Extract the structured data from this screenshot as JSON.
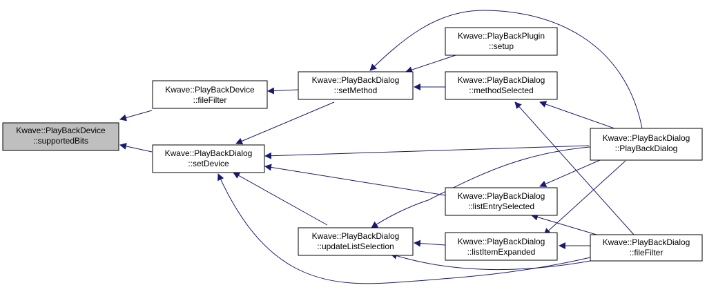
{
  "colors": {
    "edge": "#191970",
    "node_border": "#000000",
    "node_fill": "#ffffff",
    "highlight_fill": "#bfbfbf"
  },
  "nodes": [
    {
      "id": "pbd_supportedBits",
      "line1": "Kwave::PlayBackDevice",
      "line2": "::supportedBits",
      "highlight": true
    },
    {
      "id": "pbd_fileFilter",
      "line1": "Kwave::PlayBackDevice",
      "line2": "::fileFilter"
    },
    {
      "id": "dlg_setDevice",
      "line1": "Kwave::PlayBackDialog",
      "line2": "::setDevice"
    },
    {
      "id": "dlg_setMethod",
      "line1": "Kwave::PlayBackDialog",
      "line2": "::setMethod"
    },
    {
      "id": "dlg_updateListSelection",
      "line1": "Kwave::PlayBackDialog",
      "line2": "::updateListSelection"
    },
    {
      "id": "plugin_setup",
      "line1": "Kwave::PlayBackPlugin",
      "line2": "::setup"
    },
    {
      "id": "dlg_methodSelected",
      "line1": "Kwave::PlayBackDialog",
      "line2": "::methodSelected"
    },
    {
      "id": "dlg_listEntrySelected",
      "line1": "Kwave::PlayBackDialog",
      "line2": "::listEntrySelected"
    },
    {
      "id": "dlg_listItemExpanded",
      "line1": "Kwave::PlayBackDialog",
      "line2": "::listItemExpanded"
    },
    {
      "id": "dlg_ctor",
      "line1": "Kwave::PlayBackDialog",
      "line2": "::PlayBackDialog"
    },
    {
      "id": "dlg_fileFilter",
      "line1": "Kwave::PlayBackDialog",
      "line2": "::fileFilter"
    }
  ],
  "edges": [
    {
      "from": "pbd_fileFilter",
      "to": "pbd_supportedBits"
    },
    {
      "from": "dlg_setDevice",
      "to": "pbd_supportedBits"
    },
    {
      "from": "dlg_setMethod",
      "to": "pbd_fileFilter"
    },
    {
      "from": "dlg_setMethod",
      "to": "dlg_setDevice"
    },
    {
      "from": "dlg_updateListSelection",
      "to": "dlg_setDevice"
    },
    {
      "from": "dlg_listEntrySelected",
      "to": "dlg_setDevice"
    },
    {
      "from": "dlg_ctor",
      "to": "dlg_setDevice"
    },
    {
      "from": "dlg_fileFilter",
      "to": "dlg_setDevice"
    },
    {
      "from": "plugin_setup",
      "to": "dlg_setMethod"
    },
    {
      "from": "dlg_methodSelected",
      "to": "dlg_setMethod"
    },
    {
      "from": "dlg_ctor",
      "to": "dlg_setMethod"
    },
    {
      "from": "dlg_listItemExpanded",
      "to": "dlg_updateListSelection"
    },
    {
      "from": "dlg_ctor",
      "to": "dlg_updateListSelection"
    },
    {
      "from": "dlg_fileFilter",
      "to": "dlg_updateListSelection"
    },
    {
      "from": "dlg_ctor",
      "to": "dlg_methodSelected"
    },
    {
      "from": "dlg_fileFilter",
      "to": "dlg_methodSelected"
    },
    {
      "from": "dlg_ctor",
      "to": "dlg_listEntrySelected"
    },
    {
      "from": "dlg_fileFilter",
      "to": "dlg_listEntrySelected"
    },
    {
      "from": "dlg_ctor",
      "to": "dlg_listItemExpanded"
    },
    {
      "from": "dlg_fileFilter",
      "to": "dlg_listItemExpanded"
    }
  ]
}
